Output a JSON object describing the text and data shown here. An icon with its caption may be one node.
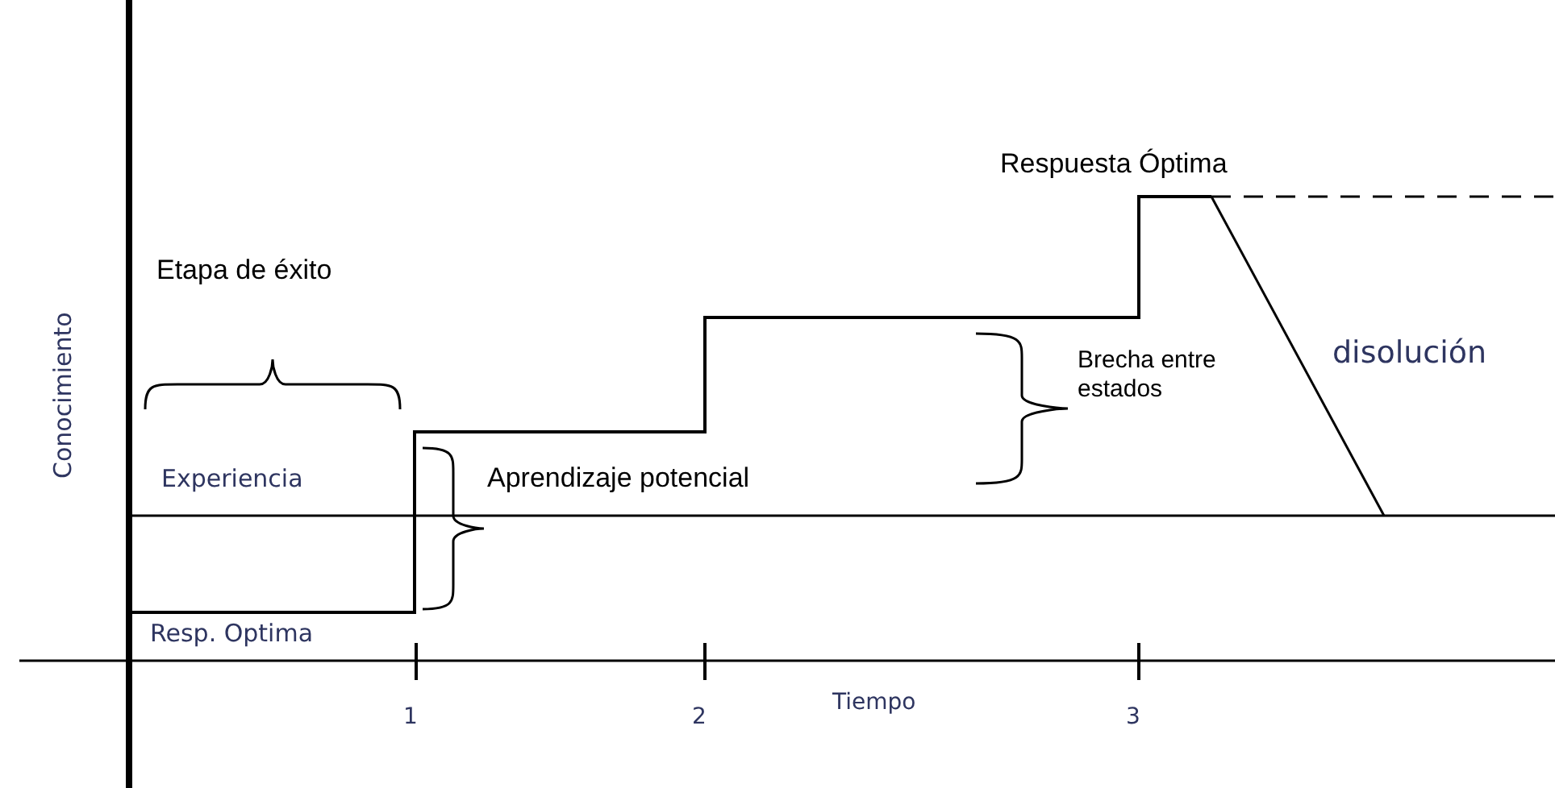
{
  "diagram": {
    "labels": [
      "Respuesta Óptima",
      "Etapa de éxito",
      "Conocimiento",
      "disolución",
      "Brecha entre estados",
      "Experiencia",
      "Aprendizaje potencial",
      "Resp. Optima",
      "1",
      "2",
      "Tiempo",
      "3"
    ]
  }
}
